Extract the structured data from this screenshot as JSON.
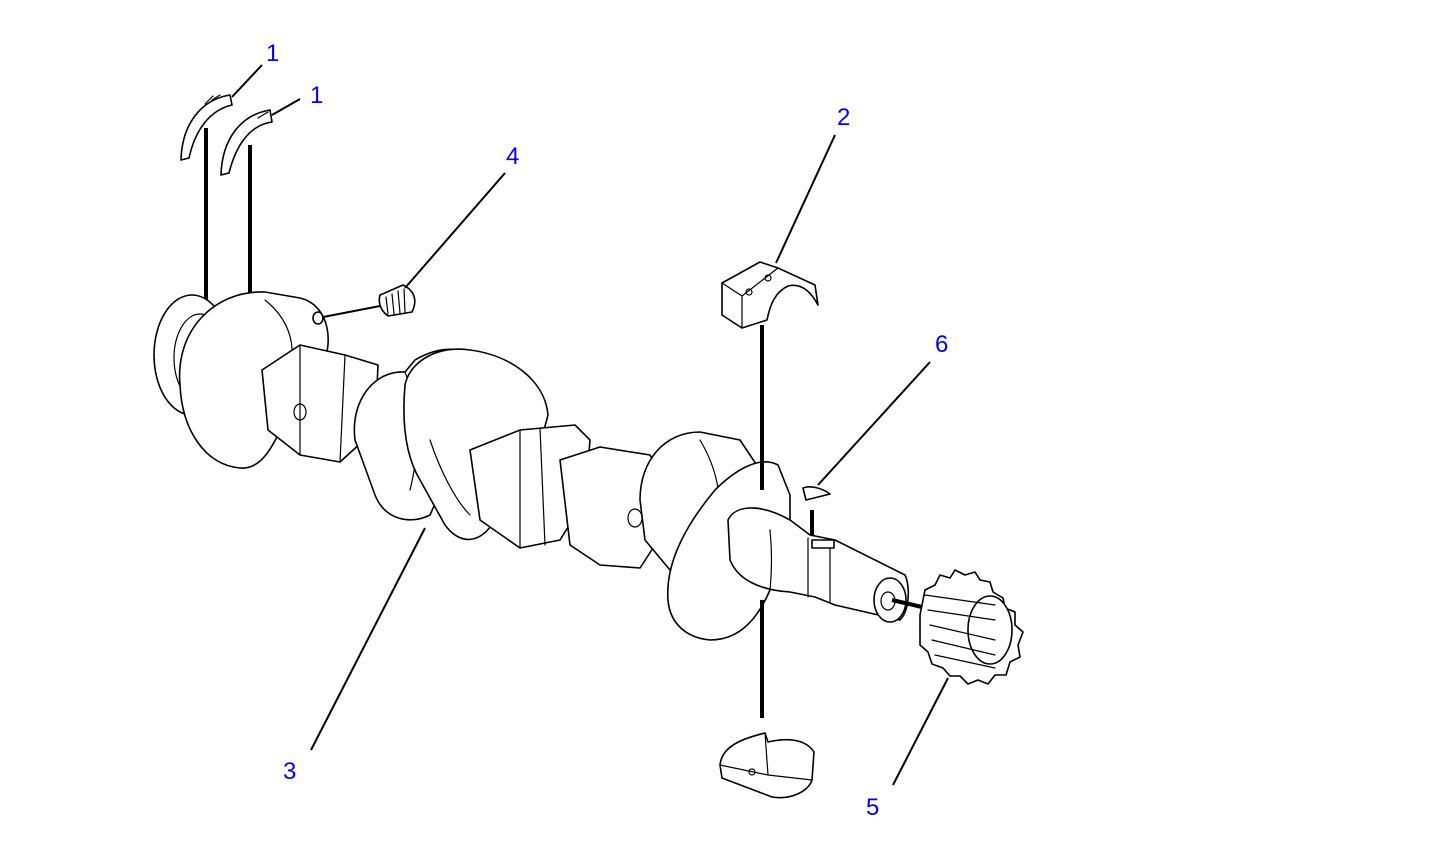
{
  "callouts": [
    {
      "id": "thrust-washer-upper",
      "label": "1"
    },
    {
      "id": "thrust-washer-lower",
      "label": "1"
    },
    {
      "id": "main-bearing-upper",
      "label": "2"
    },
    {
      "id": "crankshaft",
      "label": "3"
    },
    {
      "id": "plug",
      "label": "4"
    },
    {
      "id": "crankshaft-gear",
      "label": "5"
    },
    {
      "id": "key",
      "label": "6"
    }
  ],
  "colors": {
    "callout_text": "#0000ff",
    "line_art": "#000000",
    "background": "#ffffff"
  }
}
